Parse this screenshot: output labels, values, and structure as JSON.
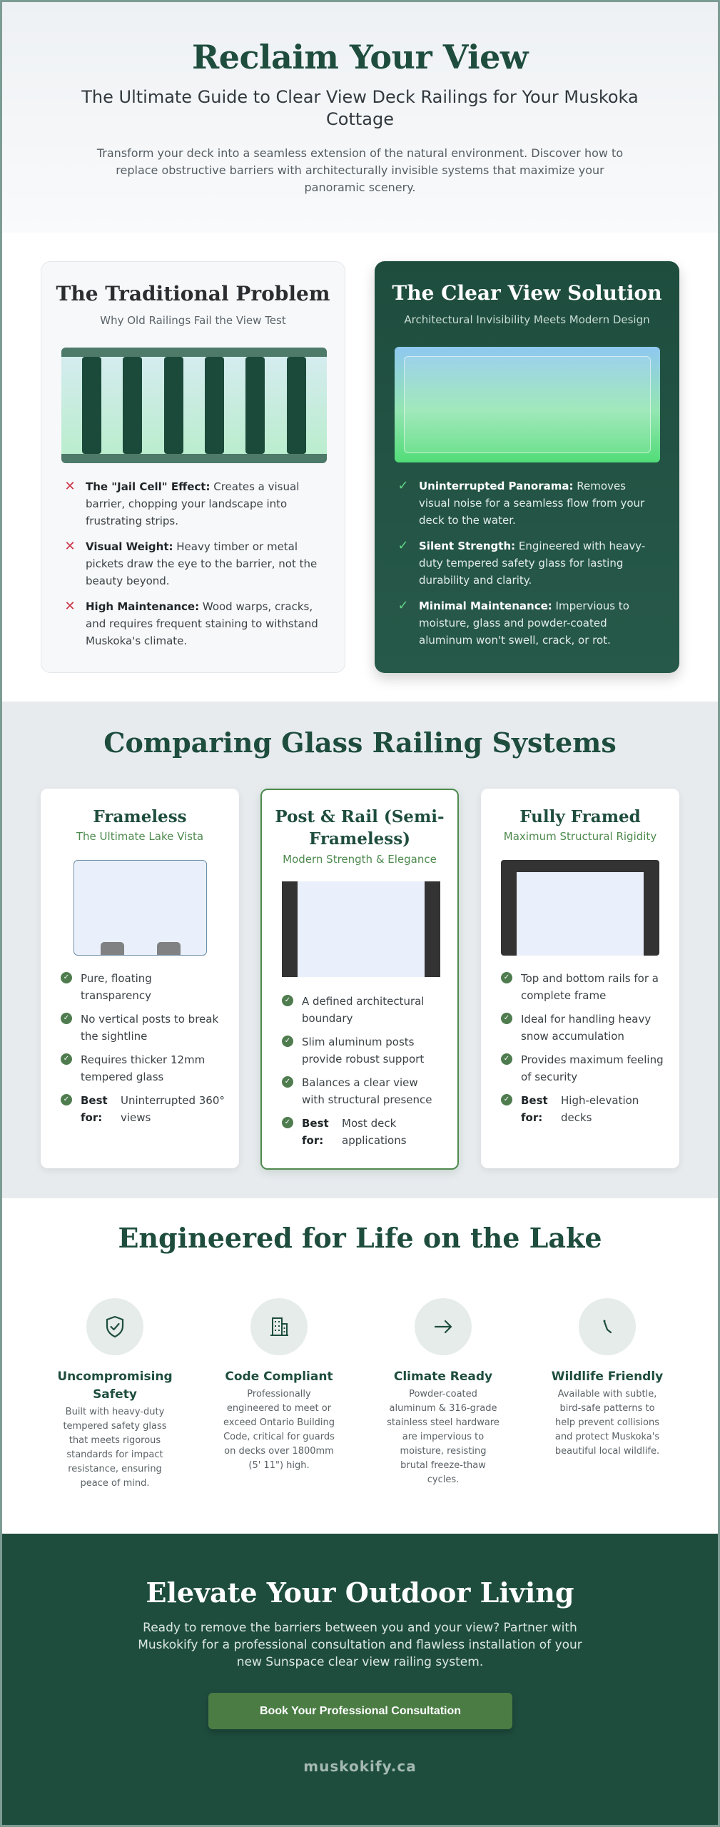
{
  "hero": {
    "title": "Reclaim Your View",
    "subtitle": "The Ultimate Guide to Clear View Deck Railings for Your Muskoka Cottage",
    "intro": "Transform your deck into a seamless extension of the natural environment. Discover how to replace obstructive barriers with architecturally invisible systems that maximize your panoramic scenery."
  },
  "problem": {
    "title": "The Traditional Problem",
    "subtitle": "Why Old Railings Fail the View Test",
    "icon": "x-icon",
    "items": [
      {
        "title": "The \"Jail Cell\" Effect:",
        "text": "Creates a visual barrier, chopping your landscape into frustrating strips."
      },
      {
        "title": "Visual Weight:",
        "text": "Heavy timber or metal pickets draw the eye to the barrier, not the beauty beyond."
      },
      {
        "title": "High Maintenance:",
        "text": "Wood warps, cracks, and requires frequent staining to withstand Muskoka's climate."
      }
    ]
  },
  "solution": {
    "title": "The Clear View Solution",
    "subtitle": "Architectural Invisibility Meets Modern Design",
    "icon": "check-icon",
    "items": [
      {
        "title": "Uninterrupted Panorama:",
        "text": "Removes visual noise for a seamless flow from your deck to the water."
      },
      {
        "title": "Silent Strength:",
        "text": "Engineered with heavy-duty tempered safety glass for lasting durability and clarity."
      },
      {
        "title": "Minimal Maintenance:",
        "text": "Impervious to moisture, glass and powder-coated aluminum won't swell, crack, or rot."
      }
    ]
  },
  "systems": {
    "title": "Comparing Glass Railing Systems",
    "cards": [
      {
        "title": "Frameless",
        "tagline": "The Ultimate Lake Vista",
        "items": [
          "Pure, floating transparency",
          "No vertical posts to break the sightline",
          "Requires thicker 12mm tempered glass"
        ],
        "best_label": "Best for:",
        "best_value": "Uninterrupted 360° views"
      },
      {
        "title": "Post & Rail (Semi-Frameless)",
        "tagline": "Modern Strength & Elegance",
        "items": [
          "A defined architectural boundary",
          "Slim aluminum posts provide robust support",
          "Balances a clear view with structural presence"
        ],
        "best_label": "Best for:",
        "best_value": "Most deck applications"
      },
      {
        "title": "Fully Framed",
        "tagline": "Maximum Structural Rigidity",
        "items": [
          "Top and bottom rails for a complete frame",
          "Ideal for handling heavy snow accumulation",
          "Provides maximum feeling of security"
        ],
        "best_label": "Best for:",
        "best_value": "High-elevation decks"
      }
    ]
  },
  "engineered": {
    "title": "Engineered for Life on the Lake",
    "features": [
      {
        "icon": "shield-check-icon",
        "title": "Uncompromising Safety",
        "text": "Built with heavy-duty tempered safety glass that meets rigorous standards for impact resistance, ensuring peace of mind."
      },
      {
        "icon": "building-icon",
        "title": "Code Compliant",
        "text": "Professionally engineered to meet or exceed Ontario Building Code, critical for guards on decks over 1800mm (5' 11\") high."
      },
      {
        "icon": "arrow-right-icon",
        "title": "Climate Ready",
        "text": "Powder-coated aluminum & 316-grade stainless steel hardware are impervious to moisture, resisting brutal freeze-thaw cycles."
      },
      {
        "icon": "bird-icon",
        "title": "Wildlife Friendly",
        "text": "Available with subtle, bird-safe patterns to help prevent collisions and protect Muskoka's beautiful local wildlife."
      }
    ]
  },
  "cta": {
    "title": "Elevate Your Outdoor Living",
    "text": "Ready to remove the barriers between you and your view? Partner with Muskokify for a professional consultation and flawless installation of your new Sunspace clear view railing system.",
    "button_label": "Book Your Professional Consultation",
    "site": "muskokify.ca"
  },
  "colors": {
    "brand_green": "#1e4d3e",
    "accent_green": "#4a7c44",
    "problem_red": "#cc3344",
    "solution_check": "#63d485"
  }
}
